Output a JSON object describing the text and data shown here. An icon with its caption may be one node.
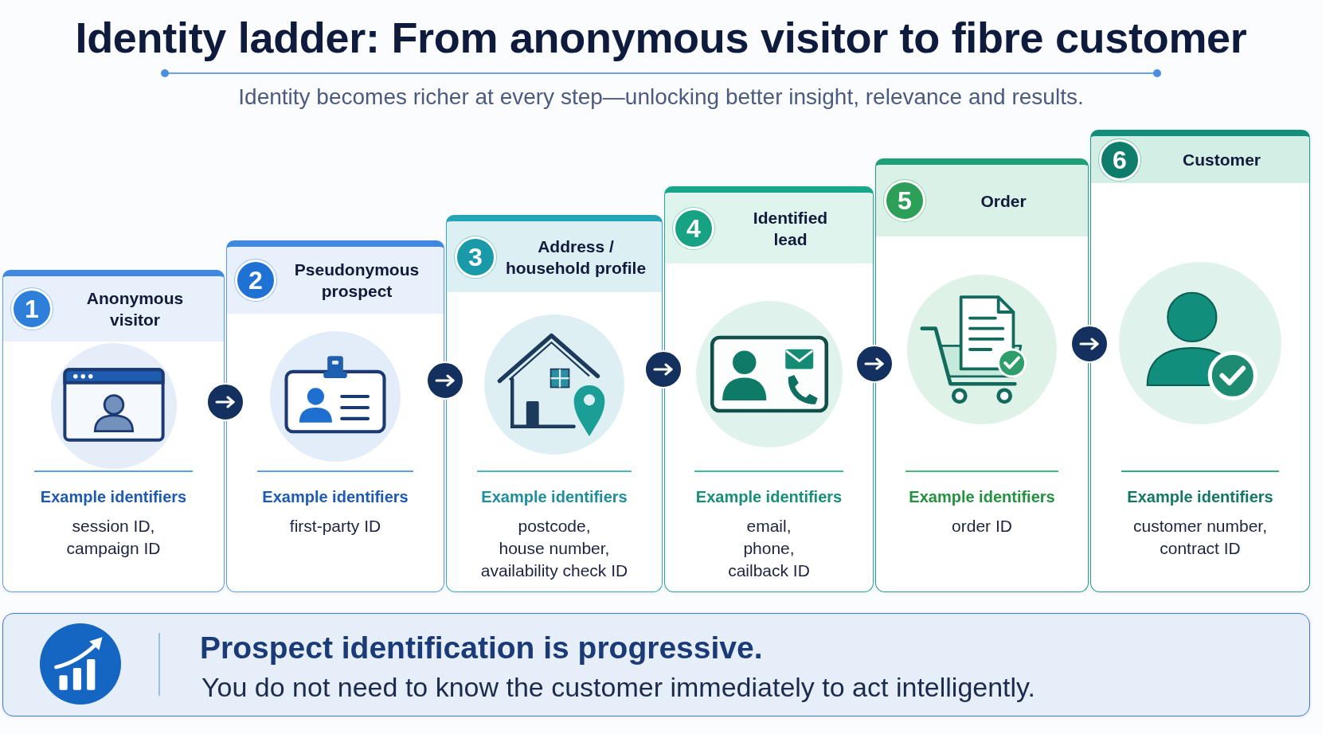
{
  "diagram": {
    "title": "Identity ladder: From anonymous visitor to fibre customer",
    "nodes": [
      {
        "text": [
          "1",
          "Anonymous visitor",
          "Example identifiers",
          "session ID, campaign ID"
        ]
      },
      {
        "text": [
          "2",
          "Pseudonymous prospect",
          "Example identifiers",
          "first-party ID"
        ]
      },
      {
        "text": [
          "3",
          "Address / household profile",
          "Example identifiers",
          "postcode, house number, availability check ID"
        ]
      },
      {
        "text": [
          "4",
          "Identified lead",
          "Example identifiers",
          "email, phone, cailback ID"
        ]
      },
      {
        "text": [
          "5",
          "Order",
          "Example identifiers",
          "order ID"
        ]
      },
      {
        "text": [
          "6",
          "Customer",
          "Example identifiers",
          "customer number, contract ID"
        ]
      },
      {
        "text": [
          "Prospect identification is progressive.",
          "You do not need to know the customer immediately to act intelligently."
        ]
      }
    ],
    "edges": [
      {
        "from": 0,
        "to": 1,
        "arrow": "to"
      },
      {
        "from": 1,
        "to": 2,
        "arrow": "to"
      },
      {
        "from": 2,
        "to": 3,
        "arrow": "to"
      },
      {
        "from": 3,
        "to": 4,
        "arrow": "to"
      },
      {
        "from": 4,
        "to": 5,
        "arrow": "to"
      }
    ],
    "labels": [
      "Identity becomes richer at every step—unlocking better insight, relevance and results."
    ]
  }
}
